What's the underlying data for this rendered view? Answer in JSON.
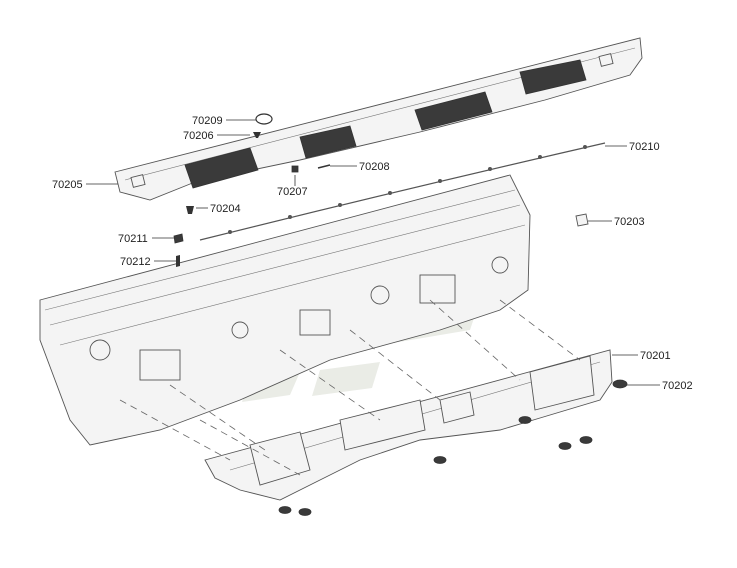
{
  "diagram": {
    "labels": {
      "p70209": "70209",
      "p70206": "70206",
      "p70205": "70205",
      "p70204": "70204",
      "p70207": "70207",
      "p70208": "70208",
      "p70210": "70210",
      "p70203": "70203",
      "p70211": "70211",
      "p70212": "70212",
      "p70201": "70201",
      "p70202": "70202"
    },
    "colors": {
      "line": "#555555",
      "fill": "#f4f4f4",
      "watermark": "#d9ddd3"
    }
  }
}
